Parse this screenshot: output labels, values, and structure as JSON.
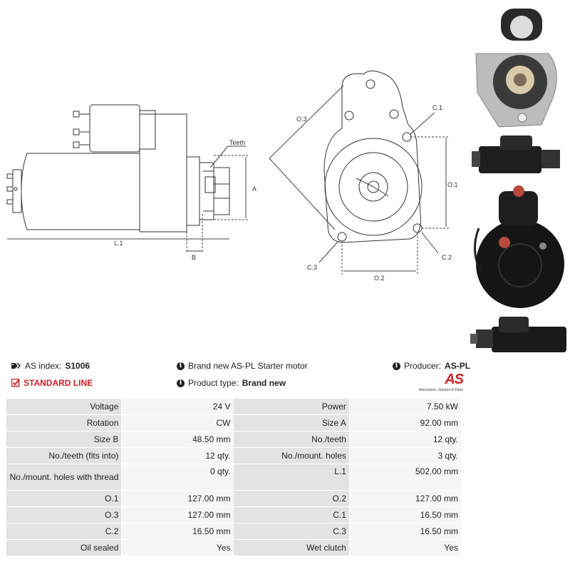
{
  "diagram": {
    "teeth_label": "Teeth",
    "a_label": "A",
    "b_label": "B",
    "l1_label": "L.1",
    "o1_label": "O.1",
    "o2_label": "O.2",
    "o3_label": "O.3",
    "c1_label": "C.1",
    "c2_label": "C.2",
    "c3_label": "C.3"
  },
  "header": {
    "as_index_label": "AS index:",
    "as_index_value": "S1006",
    "standard_line": "STANDARD LINE",
    "description": "Brand new AS-PL Starter motor",
    "product_type_label": "Product type:",
    "product_type_value": "Brand new",
    "producer_label": "Producer:",
    "producer_value": "AS-PL",
    "logo_mark": "AS",
    "logo_sub": "Alternators, Starters & Parts"
  },
  "colors": {
    "accent": "#d21f26",
    "label_bg": "#e3e3e3",
    "value_bg": "#f6f6f6"
  },
  "specs": [
    [
      "Voltage",
      "24 V",
      "Power",
      "7.50 kW"
    ],
    [
      "Rotation",
      "CW",
      "Size A",
      "92.00 mm"
    ],
    [
      "Size B",
      "48.50 mm",
      "No./teeth",
      "12 qty."
    ],
    [
      "No./teeth (fits into)",
      "12 qty.",
      "No./mount. holes",
      "3 qty."
    ],
    [
      "No./mount. holes with thread",
      "0 qty.",
      "L.1",
      "502.00 mm"
    ],
    [
      "O.1",
      "127.00 mm",
      "O.2",
      "127.00 mm"
    ],
    [
      "O.3",
      "127.00 mm",
      "C.1",
      "16.50 mm"
    ],
    [
      "C.2",
      "16.50 mm",
      "C.3",
      "16.50 mm"
    ],
    [
      "Oil sealed",
      "Yes",
      "Wet clutch",
      "Yes"
    ]
  ]
}
